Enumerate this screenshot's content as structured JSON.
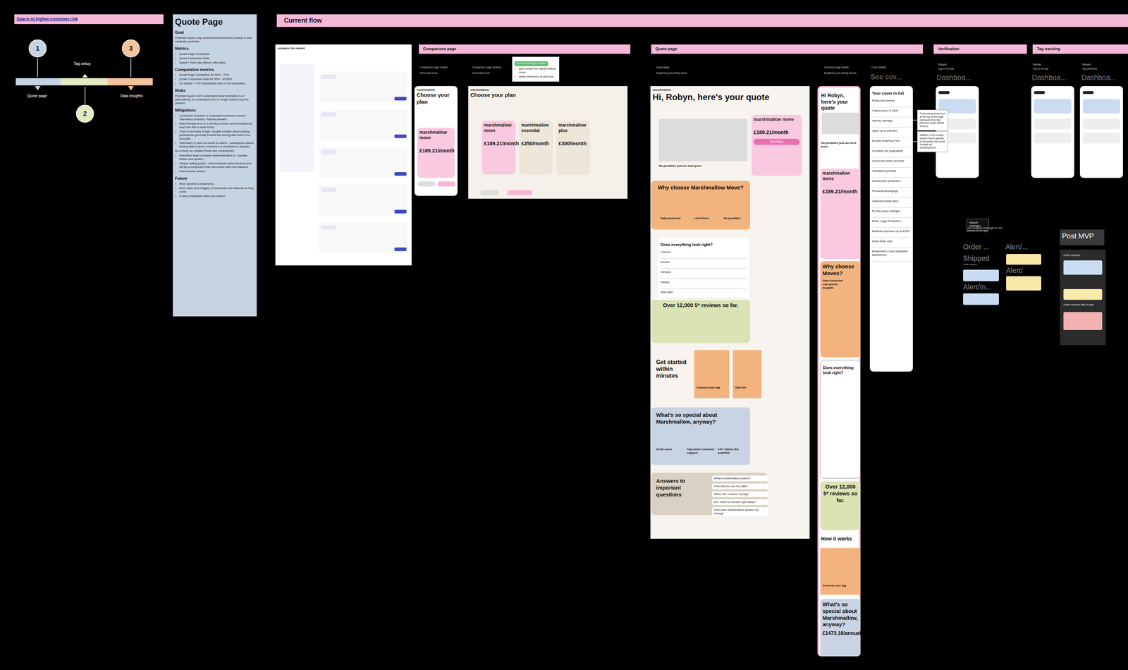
{
  "diagram": {
    "nodes": [
      {
        "text": [
          "Space.rd.higher.customer.risk"
        ]
      },
      {
        "text": [
          "1"
        ]
      },
      {
        "text": [
          "2"
        ]
      },
      {
        "text": [
          "3"
        ]
      },
      {
        "text": [
          "Quote Page",
          "Goal",
          "Potential buyers fully comprehend what Move product is and complete purchase",
          "Metrics",
          "Quote Page Completion",
          "Quote Conversion Rate",
          "Upsell / Total sale (Moves after plan)",
          "Comparative metrics",
          "Quote Page Completion for 50% - 70%",
          "Quote Conversion Rate for 50% - 50.63%",
          "Go default + 1% Cancellation rate vs non telematics",
          "Risks",
          "Potential buyers don't understand what telematics is or alternatively, do understand and no longer want to buy the product.",
          "Mitigations",
          "Conducted research to understand concerns around Telematics products. Results showed:",
          "Data transparency is a primary concern and transparency over how this is used is key.",
          "Trust in accuracy is high. Despite unease about privacy, participants generally trusted the driving data itself to be accurate.",
          "Telematics is seen as useful to claims - participants valued having data to prove innocence in accidents or disputes.",
          "As a result we created these new components:",
          "Animation area to explain what telematics is - visually, written and spoken.",
          "Unique selling points - which address data concerns and will be a component that can evolve with new features.",
          "How it works section",
          "Future",
          "More dynamic components",
          "More video and imagery to showcase tour features as they come",
          "A new comparison table and system"
        ]
      },
      {
        "text": [
          "Current flow"
        ]
      },
      {
        "text": [
          "Comparison page"
        ]
      },
      {
        "text": [
          "Quote page"
        ]
      },
      {
        "text": [
          "Verification"
        ]
      },
      {
        "text": [
          "Tag tracking"
        ]
      },
      {
        "text": [
          "compare the market"
        ]
      },
      {
        "text": [
          "marshmallow",
          "Choose your plan"
        ]
      },
      {
        "text": [
          "marshmallow move",
          "£189.21/month"
        ],
        "in": 11
      },
      {
        "text": [
          "marshmallow",
          "Choose your plan"
        ]
      },
      {
        "text": [
          "marshmallow move",
          "£189.21/month"
        ],
        "in": 13
      },
      {
        "text": [
          "marshmallow essential",
          "£250/month"
        ],
        "in": 13
      },
      {
        "text": [
          "marshmallow plus",
          "£300/month"
        ],
        "in": 13
      },
      {
        "text": [
          "Technical changes needed:",
          "add content for Marshmallow move",
          "verify behaviour of add-ons"
        ]
      },
      {
        "text": [
          "marshmallow",
          "Hi, Robyn, here's your quote",
          "No penalties just our best price"
        ]
      },
      {
        "text": [
          "marshmallow move",
          "£189.21/month",
          "Purchase"
        ],
        "in": 18
      },
      {
        "text": [
          "Why choose Marshmallow Move?",
          "Data protected",
          "Low Prices",
          "No penalties"
        ],
        "in": 18
      },
      {
        "text": [
          "Does everything look right?",
          "Licence",
          "Drivers",
          "Vehicles",
          "History",
          "Start date"
        ],
        "in": 18
      },
      {
        "text": [
          "Over 12,000 5* reviews so far."
        ],
        "in": 18
      },
      {
        "text": [
          "Connect your tag"
        ],
        "in": 18
      },
      {
        "text": [
          "Start dri"
        ],
        "in": 18
      },
      {
        "text": [
          "What's so special about Marshmallow, anyway?",
          "Great cover",
          "Top-notch customer support",
          "24/7 claims line available"
        ],
        "in": 18
      },
      {
        "text": [
          "Answers to important questions",
          "What's a telematics product?",
          "How will you use my data?",
          "When will I receive my tag?",
          "Do I need to connect right away?",
          "How does Marshmallow assess my driving?"
        ],
        "in": 18
      },
      {
        "text": [
          "Hi Robyn, here's your quote",
          "No penalties just our best price",
          "How it works"
        ]
      },
      {
        "text": [
          "marshmallow move",
          "£189.21/month"
        ],
        "in": 27
      },
      {
        "text": [
          "Why choose Moves?",
          "Data Protected",
          "Low prices",
          "Insights"
        ],
        "in": 27
      },
      {
        "text": [
          "Does everything look right?"
        ],
        "in": 27
      },
      {
        "text": [
          "Over 12,000 5* reviews so far."
        ],
        "in": 27
      },
      {
        "text": [
          "Connect your tag"
        ],
        "in": 27
      },
      {
        "text": [
          "What's so special about Marshmallow, anyway?",
          "£1473.18/annual"
        ],
        "in": 27
      },
      {
        "text": [
          "Your cover in full",
          "Policy documents",
          "Total excess of £300",
          "Vehicle damage",
          "Injury up to £25,000",
          "Europe Roaming Plus",
          "Courtesy car (upgraded)",
          "Uninsured driver promise",
          "Vandalism promise",
          "Windscreen protection",
          "Personal belongings",
          "Glasses/contact lens",
          "EV fee policy changes",
          "Motor Legal Protection",
          "Medical expenses up to £250",
          "Drive other cars",
          "Breakdown Cover (roadside assistance)"
        ]
      },
      {
        "text": [
          "Policy documents to sit at the top of the page (removed from the previous quote details screen)"
        ]
      },
      {
        "text": [
          "Addition of an excess section that is specific to the policy, this could change per vehicle/person."
        ]
      },
      {
        "text": [
          "Support messages"
        ]
      },
      {
        "text": [
          "Post MVP"
        ]
      },
      {
        "text": [
          "Order received",
          "Order received after 3 days"
        ]
      }
    ],
    "edges": [
      {
        "from": 35,
        "to": 34,
        "arrow": "none"
      },
      {
        "from": 36,
        "to": 34,
        "arrow": "none"
      }
    ],
    "labels": [
      "Tag setup",
      "Quote page",
      "Data insights",
      "Comparison page mobile",
      "Horizontal scroll",
      "Comparison page desktop",
      "Horizontal scroll",
      "Quote page",
      "Explaining and selling Move",
      "Overview page Mobile",
      "Explaining and selling Moves",
      "Cover details",
      "See cov...",
      "Stepper",
      "Tag on its way",
      "Dashboa...",
      "Stepper",
      "Tag on its way",
      "Stepper",
      "Tag delivered",
      "Dashboa...",
      "Dashboa...",
      "List of support messages for the delivery of the tags.",
      "Order ...",
      "Alert/...",
      "Shipped",
      "Order shipped",
      "Alert/",
      "Alert/In...",
      "Get started within minutes"
    ]
  }
}
